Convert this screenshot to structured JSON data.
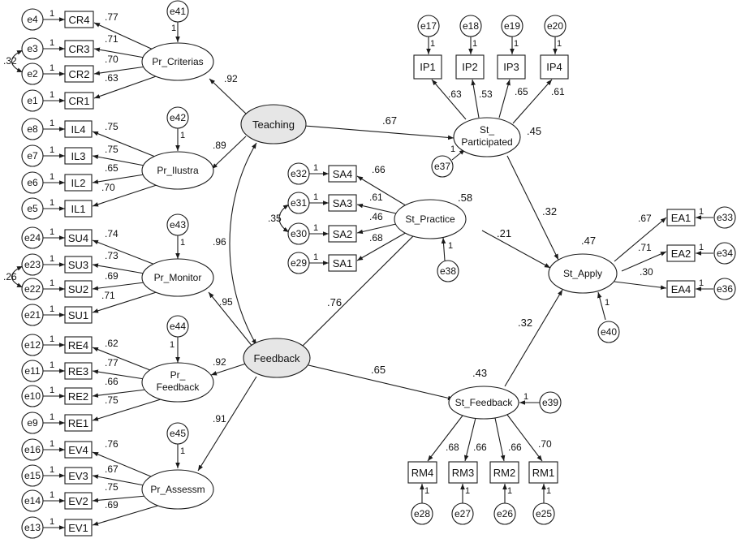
{
  "latents": {
    "teaching": "Teaching",
    "feedback": "Feedback",
    "pr_criterias": "Pr_Criterias",
    "pr_ilustra": "Pr_Ilustra",
    "pr_monitor": "Pr_Monitor",
    "pr_feedback": [
      "Pr_",
      "Feedback"
    ],
    "pr_assessm": "Pr_Assessm",
    "st_participated": [
      "St_",
      "Participated"
    ],
    "st_practice": "St_Practice",
    "st_apply": "St_Apply",
    "st_feedback": "St_Feedback"
  },
  "indicators": {
    "cr": [
      "CR4",
      "CR3",
      "CR2",
      "CR1"
    ],
    "il": [
      "IL4",
      "IL3",
      "IL2",
      "IL1"
    ],
    "su": [
      "SU4",
      "SU3",
      "SU2",
      "SU1"
    ],
    "re": [
      "RE4",
      "RE3",
      "RE2",
      "RE1"
    ],
    "ev": [
      "EV4",
      "EV3",
      "EV2",
      "EV1"
    ],
    "ip": [
      "IP1",
      "IP2",
      "IP3",
      "IP4"
    ],
    "sa": [
      "SA4",
      "SA3",
      "SA2",
      "SA1"
    ],
    "ea": [
      "EA1",
      "EA2",
      "EA4"
    ],
    "rm": [
      "RM4",
      "RM3",
      "RM2",
      "RM1"
    ]
  },
  "errors": {
    "cr": [
      "e4",
      "e3",
      "e2",
      "e1"
    ],
    "il": [
      "e8",
      "e7",
      "e6",
      "e5"
    ],
    "su": [
      "e24",
      "e23",
      "e22",
      "e21"
    ],
    "re": [
      "e12",
      "e11",
      "e10",
      "e9"
    ],
    "ev": [
      "e16",
      "e15",
      "e14",
      "e13"
    ],
    "ip": [
      "e17",
      "e18",
      "e19",
      "e20"
    ],
    "sa": [
      "e32",
      "e31",
      "e30",
      "e29"
    ],
    "ea": [
      "e33",
      "e34",
      "e36"
    ],
    "rm": [
      "e28",
      "e27",
      "e26",
      "e25"
    ],
    "disturbances": [
      "e41",
      "e42",
      "e43",
      "e44",
      "e45",
      "e37",
      "e38",
      "e39",
      "e40"
    ]
  },
  "loadings": {
    "cr": [
      ".77",
      ".71",
      ".70",
      ".63"
    ],
    "il": [
      ".75",
      ".75",
      ".65",
      ".70"
    ],
    "su": [
      ".74",
      ".73",
      ".69",
      ".71"
    ],
    "re": [
      ".62",
      ".77",
      ".66",
      ".75"
    ],
    "ev": [
      ".76",
      ".67",
      ".75",
      ".69"
    ],
    "ip": [
      ".63",
      ".53",
      ".65",
      ".61"
    ],
    "sa": [
      ".66",
      ".61",
      ".46",
      ".68"
    ],
    "ea": [
      ".67",
      ".71",
      ".30"
    ],
    "rm": [
      ".68",
      ".66",
      ".66",
      ".70"
    ]
  },
  "paths": {
    "teaching_criterias": ".92",
    "teaching_ilustra": ".89",
    "teaching_feedback_cov": ".96",
    "feedback_monitor": ".95",
    "feedback_prfeedback": ".92",
    "feedback_assessm": ".91",
    "teaching_participated": ".67",
    "feedback_practice": ".76",
    "feedback_stfeedback": ".65",
    "participated_apply": ".32",
    "practice_apply": ".21",
    "stfeedback_apply": ".32"
  },
  "r2": {
    "st_participated": ".45",
    "st_practice": ".58",
    "st_apply": ".47",
    "st_feedback": ".43"
  },
  "covariances": {
    "e3_e2": ".32",
    "e23_e22": ".26",
    "e31_e30": ".35"
  },
  "fixed_weight": "1"
}
